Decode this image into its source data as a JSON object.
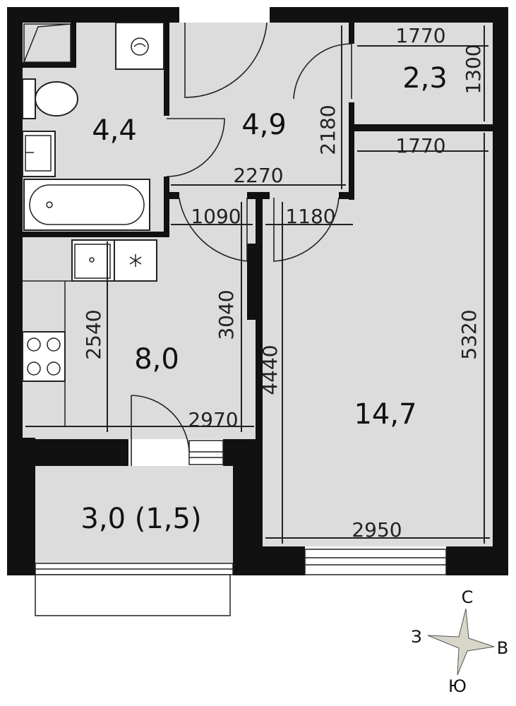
{
  "rooms": {
    "bathroom": "4,4",
    "hall": "4,9",
    "storage": "2,3",
    "kitchen": "8,0",
    "living": "14,7",
    "balcony": "3,0 (1,5)"
  },
  "dimensions": {
    "storage_width_top": "1770",
    "storage_depth": "1300",
    "hall_depth": "2180",
    "living_width_top": "1770",
    "hall_width": "2270",
    "door_left": "1090",
    "door_right": "1180",
    "kitchen_height": "3040",
    "kitchen_depth": "2540",
    "living_height_left": "4440",
    "living_height_right": "5320",
    "kitchen_width": "2970",
    "living_width_bottom": "2950"
  },
  "compass": {
    "north": "С",
    "east": "В",
    "south": "Ю",
    "west": "З"
  },
  "colors": {
    "wall": "#111111",
    "floor": "#dcdcdc",
    "background": "#ffffff"
  }
}
